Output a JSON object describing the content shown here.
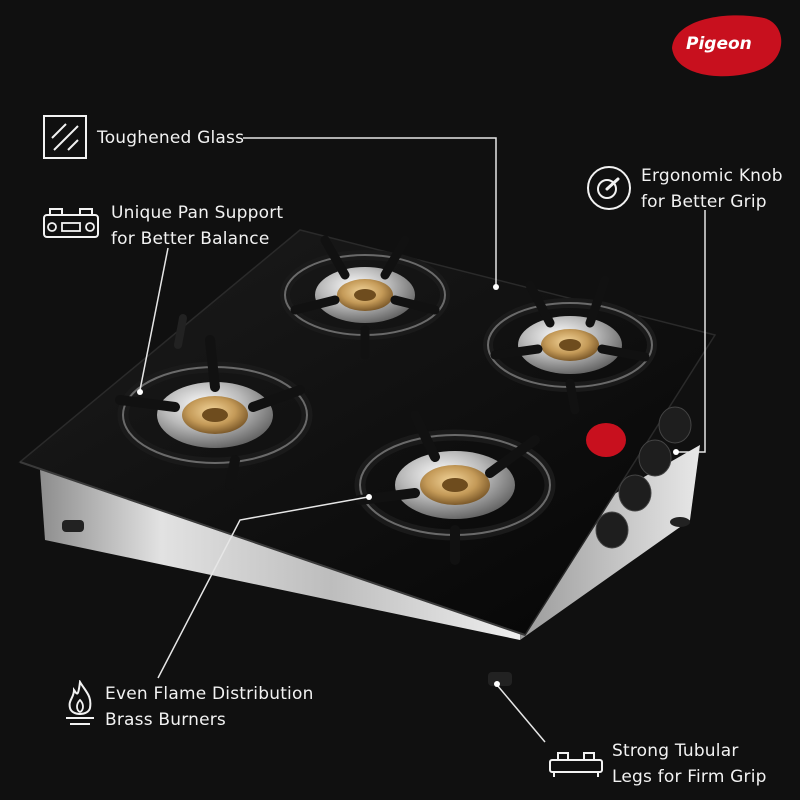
{
  "brand": {
    "logo_text": "Pigeon",
    "logo_color": "#c8101e"
  },
  "features": {
    "glass": {
      "icon": "toughened-glass-icon",
      "text": "Toughened Glass"
    },
    "pan_support": {
      "icon": "pan-support-icon",
      "line1": "Unique Pan Support",
      "line2": "for Better Balance"
    },
    "knob": {
      "icon": "knob-icon",
      "line1": "Ergonomic Knob",
      "line2": "for Better Grip"
    },
    "flame": {
      "icon": "flame-icon",
      "line1": "Even Flame Distribution",
      "line2": "Brass Burners"
    },
    "legs": {
      "icon": "stove-legs-icon",
      "line1": "Strong Tubular",
      "line2": "Legs for Firm Grip"
    }
  },
  "colors": {
    "background": "#101010",
    "glass": "#0b0b0b",
    "steel": "#c9c9c9",
    "brass": "#c9a263",
    "callout_line": "#e6e6e6"
  }
}
